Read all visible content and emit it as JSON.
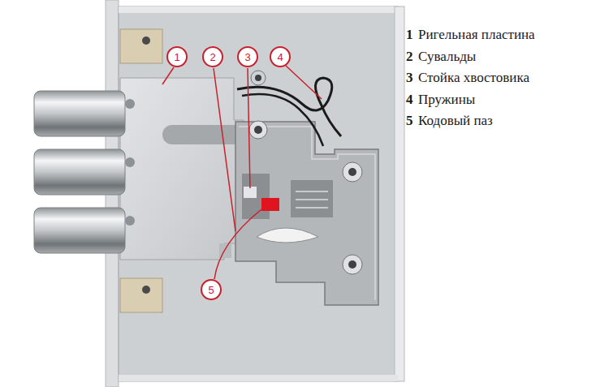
{
  "diagram": {
    "nodes": [
      {
        "text": [
          "1"
        ]
      },
      {
        "text": [
          "2"
        ]
      },
      {
        "text": [
          "3"
        ]
      },
      {
        "text": [
          "4"
        ]
      },
      {
        "text": [
          "5"
        ]
      }
    ],
    "labels": [
      "1",
      "Ригельная пластина",
      "2",
      "Сувальды",
      "3",
      "Стойка хвостовика",
      "4",
      "Пружины",
      "5",
      "Кодовый паз"
    ]
  }
}
